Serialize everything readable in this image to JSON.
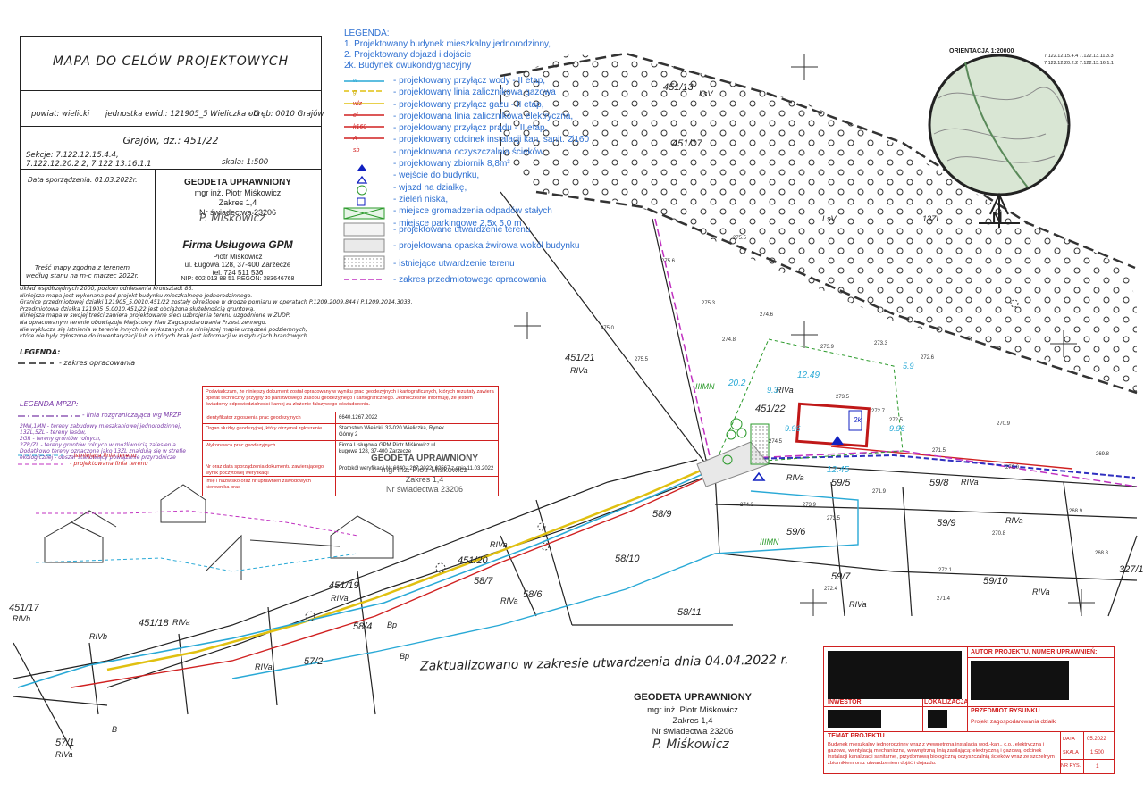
{
  "title_block": {
    "title": "MAPA DO CELÓW PROJEKTOWYCH",
    "powiat": "powiat: wielicki",
    "jednostka": "jednostka ewid.: 121905_5 Wieliczka - G",
    "obreb": "obręb: 0010 Grajów",
    "place": "Grajów, dz.: 451/22",
    "sekcje": "Sekcje: 7.122.12.15.4.4, 7.122.12.20.2.2, 7.122.13.16.1.1",
    "skala": "skala: 1:500",
    "date": "Data sporządzenia: 01.03.2022r.",
    "match_note": "Treść mapy zgodna z terenem według stanu na m-c marzec 2022r.",
    "geodeta_title": "GEODETA UPRAWNIONY",
    "geodeta_name": "mgr inż. Piotr Miśkowicz",
    "geodeta_addr": "Zakres 1,4",
    "geodeta_nr": "Nr świadectwa 23206",
    "firma": "Firma Usługowa GPM",
    "firma_owner": "Piotr Miśkowicz",
    "firma_addr": "ul. Ługowa 128, 37-400 Zarzecze",
    "firma_tel": "tel. 724 511 536",
    "firma_nip": "NIP: 602 013 88 51    REGON: 383646768"
  },
  "notes": [
    "Układ współrzędnych 2000, poziom odniesienia Kronsztadt 86.",
    "Niniejsza mapa jest wykonana pod projekt budynku mieszkalnego jednorodzinnego.",
    "Granice przedmiotowej działki 121905_5.0010.451/22 zostały określone w drodze pomiaru w operatach P.1209.2009.844 i P.1209.2014.3033.",
    "Przedmiotowa działka 121905_5.0010.451/22 jest obciążona służebnością gruntową.",
    "Niniejsza mapa w swojej treści zawiera projektowane sieci uzbrojenia terenu uzgodnione w ZUDP.",
    "Na opracowanym terenie obowiązuje Miejscowy Plan Zagospodarowania Przestrzennego.",
    "Nie wyklucza się istnienia w terenie innych nie wykazanych na niniejszej mapie urządzeń podziemnych,",
    "które nie były zgłoszone do inwentaryzacji lub o których brak jest informacji w instytucjach branżowych."
  ],
  "legend_small": {
    "heading": "LEGENDA:",
    "zakres": "- zakres opracowania",
    "mpzp_heading": "LEGENDA MPZP:",
    "mpzp_line": "- linia rozgraniczająca wg MPZP",
    "mpzp_items": [
      "2MN,1MN - tereny zabudowy mieszkaniowej jednorodzinnej,",
      "13ZL,5ZL - tereny lasów,",
      "2GR - tereny gruntów rolnych,",
      "2ZR/ZL - tereny gruntów rolnych w możliwością zalesienia",
      "Dodatkowo tereny oznaczone jako 13ZL znajdują się w strefie",
      "ekologicznej - obszar stanowiący powiązanie przyrodnicze"
    ],
    "istniejaca": "- istniejąca linia terenu",
    "projektowana": "- projektowana linia terenu"
  },
  "certificate": {
    "text": "Poświadczam, że niniejszy dokument został opracowany w wyniku prac geodezyjnych i kartograficznych, których rezultaty zawiera operat techniczny przyjęty do państwowego zasobu geodezyjnego i kartograficznego. Jednocześnie informuję, że jestem świadomy odpowiedzialności karnej za złożenie fałszywego oświadczenia.",
    "rows": [
      {
        "label": "Identyfikator zgłoszenia prac geodezyjnych",
        "value": "6640.1267.2022"
      },
      {
        "label": "Organ służby geodezyjnej, który otrzymał zgłoszenie",
        "value": "Starostwo Wielicki, 32-020 Wieliczka, Rynek Górny 2"
      },
      {
        "label": "Wykonawca prac geodezyjnych",
        "value": "Firma Usługowa GPM Piotr Miśkowicz ul. Ługowa 128, 37-400 Zarzecze"
      },
      {
        "label": "Nr oraz data sporządzenia dokumentu zawierającego wynik poczytowej weryfikacji",
        "value": "Protokół weryfikacji Nr 6640.1267.2022_62567 z dnia 11.03.2022"
      },
      {
        "label": "Imię i nazwisko oraz nr uprawnień zawodowych kierownika prac",
        "value": ""
      }
    ]
  },
  "legend": {
    "heading": "LEGENDA:",
    "items_top": [
      "1. Projektowany budynek mieszkalny jednorodzinny,",
      "2. Projektowany dojazd i dojście",
      "2k. Budynek dwukondygnacyjny"
    ],
    "rows": [
      {
        "code": "w",
        "text": "- projektowany przyłącz wody - II etap,",
        "color": "#29a9d6"
      },
      {
        "code": "",
        "text": "- projektowany linia zalicznikowa gazowa",
        "color": "#e0c010"
      },
      {
        "code": "g",
        "text": "- projektowany przyłącz gazu - II etap,",
        "color": "#e0c010"
      },
      {
        "code": "wlz",
        "text": "- projektowana linia zalicznikowa elektryczna,",
        "color": "#d02020"
      },
      {
        "code": "el",
        "text": "- projektowany przyłącz prądu - II etap,",
        "color": "#d02020"
      },
      {
        "code": "k160",
        "text": "- projektowany odcinek instalacji kan. sanit. Ø160",
        "color": "#d02020"
      },
      {
        "code": "A",
        "text": "- projektowana oczyszczalnia ścieków",
        "color": "#d02020"
      },
      {
        "code": "sb",
        "text": "- projektowany zbiornik 8,8m³",
        "color": "#d02020"
      },
      {
        "code": "",
        "text": "- wejście do budynku,",
        "color": "#1020c0"
      },
      {
        "code": "",
        "text": "- wjazd na działkę,",
        "color": "#1020c0"
      },
      {
        "code": "",
        "text": "- zieleń niska,",
        "color": "#2b9a2b"
      },
      {
        "code": "",
        "text": "- miejsce gromadzenia odpadów stałych",
        "color": "#2d6fd1"
      },
      {
        "code": "",
        "text": "- miejsce parkingowe 2,5x 5,0 m",
        "color": "#2b9a2b"
      },
      {
        "code": "",
        "text": "- projektowane utwardzenie terenu",
        "color": "#2d6fd1"
      },
      {
        "code": "",
        "text": "- projektowana opaska żwirowa wokół budynku",
        "color": "#2d6fd1"
      },
      {
        "code": "",
        "text": "- istniejące utwardzenie terenu",
        "color": "#2d6fd1"
      },
      {
        "code": "",
        "text": "- zakres przedmiotowego opracowania",
        "color": "#c030c0"
      }
    ]
  },
  "orientation": {
    "title": "ORIENTACJA 1:20000",
    "codes": [
      "7.122.12.15.4.4 7.122.13.11.3.3",
      "7.122.12.20.2.2 7.122.13.16.1.1"
    ],
    "north": "N"
  },
  "map_labels": {
    "parcels": [
      "451/13",
      "451/17",
      "451/21",
      "451/22",
      "451/20",
      "451/19",
      "451/18",
      "451/17",
      "59/5",
      "59/8",
      "59/6",
      "59/7",
      "59/9",
      "59/10",
      "58/9",
      "58/10",
      "58/11",
      "58/7",
      "58/6",
      "58/4",
      "57/2",
      "57/1",
      "327/1"
    ],
    "landuse": [
      "LsV",
      "LsV",
      "RIVa",
      "RIVa",
      "RIVa",
      "RIVa",
      "RIVa",
      "RIVa",
      "RIVa",
      "RIVa",
      "RIVa",
      "RIVa",
      "RIVa",
      "RIVa",
      "RIVb",
      "RIVb",
      "RIVa",
      "IIIMN",
      "IIIMN",
      "13ZL",
      "Bp",
      "Bp",
      "B",
      "2k"
    ],
    "dims": [
      "20.2",
      "12.49",
      "12.45",
      "9.96",
      "9.96",
      "5.9",
      "9.3"
    ],
    "elevations": [
      "275.5",
      "275.6",
      "275.3",
      "275.0",
      "275.5",
      "274.8",
      "274.6",
      "274.5",
      "273.3",
      "273.5",
      "273.9",
      "272.5",
      "272.7",
      "272.6",
      "271.5",
      "271.9",
      "270.9",
      "270.8",
      "270.0",
      "269.8",
      "268.9",
      "268.8",
      "274.3",
      "273.9",
      "273.5",
      "272.4",
      "272.1",
      "271.4"
    ]
  },
  "handwritten_note": "Zaktualizowano w zakresie utwardzenia dnia 04.04.2022 r.",
  "bottom_stamp": {
    "title": "GEODETA UPRAWNIONY",
    "name": "mgr inż. Piotr Miśkowicz",
    "addr": "Zakres 1,4",
    "nr": "Nr świadectwa 23206"
  },
  "project_table": {
    "autor_label": "AUTOR PROJEKTU, NUMER UPRAWNIEŃ:",
    "inwestor_label": "INWESTOR",
    "lokalizacja_label": "LOKALIZACJA",
    "przedmiot_label": "PRZEDMIOT RYSUNKU",
    "przedmiot_value": "Projekt zagospodarowania działki",
    "temat_label": "TEMAT PROJEKTU",
    "temat_value": "Budynek mieszkalny jednorodzinny wraz z wewnętrzną instalacją wod.-kan., c.o., elektryczną i gazową, wentylacją mechaniczną, wewnętrzną linią zasilającą: elektryczną i gazową, odcinek instalacji kanalizacji sanitarnej, przydomową biologiczną oczyszczalnią ścieków wraz ze szczelnym zbiornikiem oraz utwardzeniem dojść i dojazdu.",
    "data_label": "DATA",
    "data_value": "05.2022",
    "skala_label": "SKALA",
    "skala_value": "1:500",
    "nr_label": "NR RYS.",
    "nr_value": "1"
  },
  "colors": {
    "legend_text": "#2d6fd1",
    "red": "#d02020",
    "cyan": "#29a9d6",
    "yellow": "#e0c010",
    "magenta": "#c030c0",
    "green": "#2b9a2b"
  }
}
